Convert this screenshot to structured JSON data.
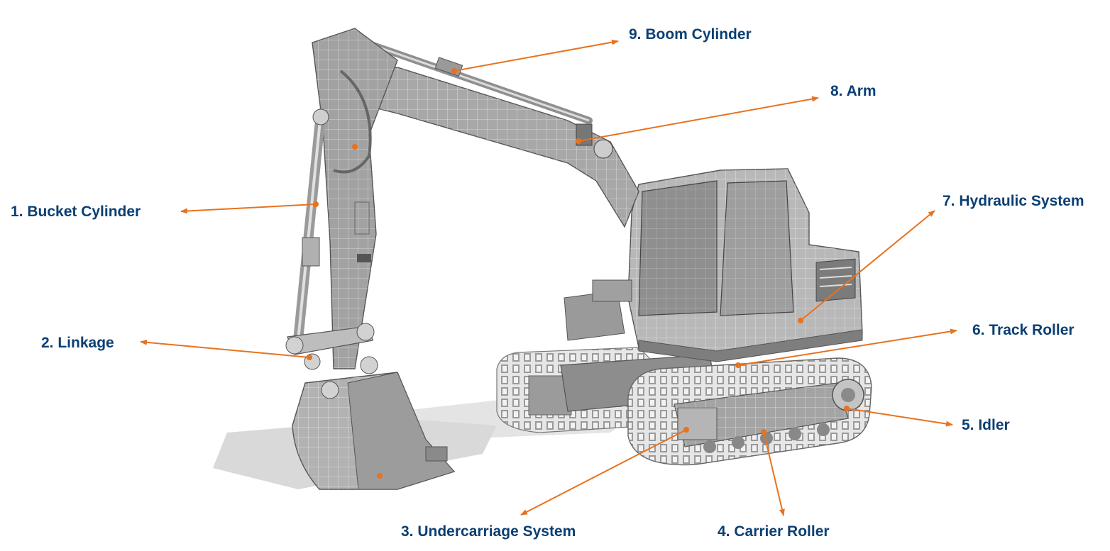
{
  "colors": {
    "label_text": "#0b3f73",
    "leader": "#e8721e",
    "body_fill": "#a9a9a9",
    "body_light": "#c9c9c9",
    "body_dark": "#7d7d7d",
    "track": "#d8d8d8",
    "shadow": "#bdbdbd"
  },
  "callouts": [
    {
      "key": "bucket_cylinder",
      "text": "1. Bucket Cylinder"
    },
    {
      "key": "linkage",
      "text": "2. Linkage"
    },
    {
      "key": "undercarriage_system",
      "text": "3. Undercarriage System"
    },
    {
      "key": "carrier_roller",
      "text": "4. Carrier Roller"
    },
    {
      "key": "idler",
      "text": "5. Idler"
    },
    {
      "key": "track_roller",
      "text": "6. Track Roller"
    },
    {
      "key": "hydraulic_system",
      "text": "7. Hydraulic System"
    },
    {
      "key": "arm",
      "text": "8. Arm"
    },
    {
      "key": "boom_cylinder",
      "text": "9. Boom Cylinder"
    }
  ]
}
